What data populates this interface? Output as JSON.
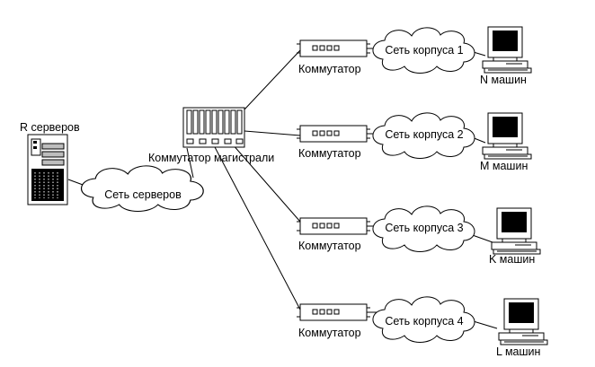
{
  "server": {
    "label": "R серверов",
    "network_label": "Сеть серверов"
  },
  "backbone": {
    "label": "Коммутатор магистрали"
  },
  "buildings": [
    {
      "switch_label": "Коммутатор",
      "network_label": "Сеть корпуса 1",
      "machines_label": "N машин"
    },
    {
      "switch_label": "Коммутатор",
      "network_label": "Сеть корпуса 2",
      "machines_label": "M машин"
    },
    {
      "switch_label": "Коммутатор",
      "network_label": "Сеть корпуса 3",
      "machines_label": "K машин"
    },
    {
      "switch_label": "Коммутатор",
      "network_label": "Сеть корпуса 4",
      "machines_label": "L машин"
    }
  ]
}
